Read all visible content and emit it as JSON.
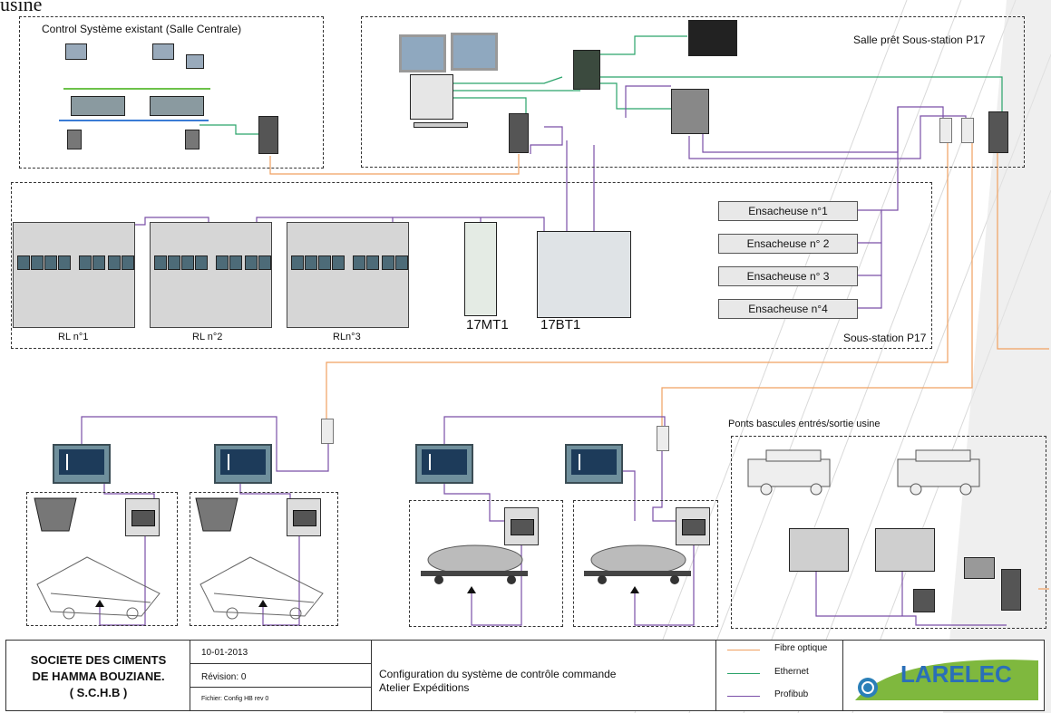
{
  "top_fragment": "usine",
  "sections": {
    "control_system": "Control Système existant (Salle Centrale)",
    "salle_pret": "Salle prêt Sous-station P17",
    "sous_station": "Sous-station P17",
    "ponts_bascules": "Ponts bascules entrés/sortie usine"
  },
  "cabinets": [
    "RL n°1",
    "RL n°2",
    "RLn°3"
  ],
  "panels": [
    "17MT1",
    "17BT1"
  ],
  "ensacheuses": [
    "Ensacheuse n°1",
    "Ensacheuse n° 2",
    "Ensacheuse n° 3",
    "Ensacheuse n°4"
  ],
  "footer": {
    "company_line1": "SOCIETE DES CIMENTS",
    "company_line2": "DE HAMMA BOUZIANE.",
    "company_line3": "( S.C.H.B )",
    "date": "10-01-2013",
    "revision": "Révision: 0",
    "file": "Fichier: Config HB rev 0",
    "description_line1": "Configuration du système de contrôle commande",
    "description_line2": "Atelier Expéditions",
    "legend": [
      {
        "label": "Fibre optique",
        "color": "#f0a060"
      },
      {
        "label": "Ethernet",
        "color": "#2aa36a"
      },
      {
        "label": "Profibub",
        "color": "#7a4fa8"
      }
    ],
    "logo_text": "LARELEC"
  },
  "colors": {
    "fibre": "#f0a060",
    "ethernet": "#2aa36a",
    "profibus": "#7a4fa8",
    "bus_blue": "#3a7bd5",
    "bus_green": "#6cc24a"
  }
}
